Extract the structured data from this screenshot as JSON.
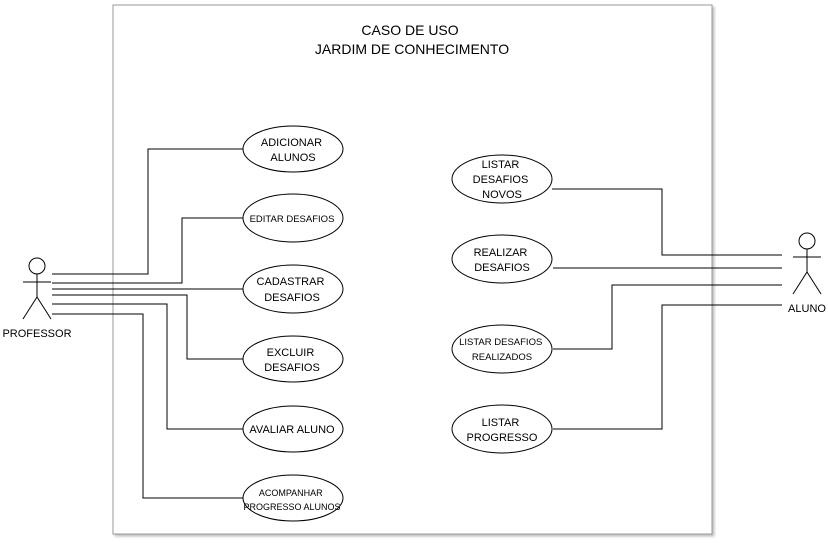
{
  "title": [
    "CASO DE USO",
    "JARDIM DE CONHECIMENTO"
  ],
  "actors": {
    "professor": {
      "label": "PROFESSOR"
    },
    "aluno": {
      "label": "ALUNO"
    }
  },
  "use_cases": {
    "adicionar_alunos": [
      "ADICIONAR",
      "ALUNOS"
    ],
    "editar_desafios": [
      "EDITAR DESAFIOS"
    ],
    "cadastrar_desafios": [
      "CADASTRAR",
      "DESAFIOS"
    ],
    "excluir_desafios": [
      "EXCLUIR",
      "DESAFIOS"
    ],
    "avaliar_aluno": [
      "AVALIAR ALUNO"
    ],
    "acompanhar_progresso": [
      "ACOMPANHAR",
      "PROGRESSO ALUNOS"
    ],
    "listar_desafios_novos": [
      "LISTAR",
      "DESAFIOS",
      "NOVOS"
    ],
    "realizar_desafios": [
      "REALIZAR",
      "DESAFIOS"
    ],
    "listar_desafios_realizados": [
      "LISTAR DESAFIOS",
      "REALIZADOS"
    ],
    "listar_progresso": [
      "LISTAR",
      "PROGRESSO"
    ]
  }
}
